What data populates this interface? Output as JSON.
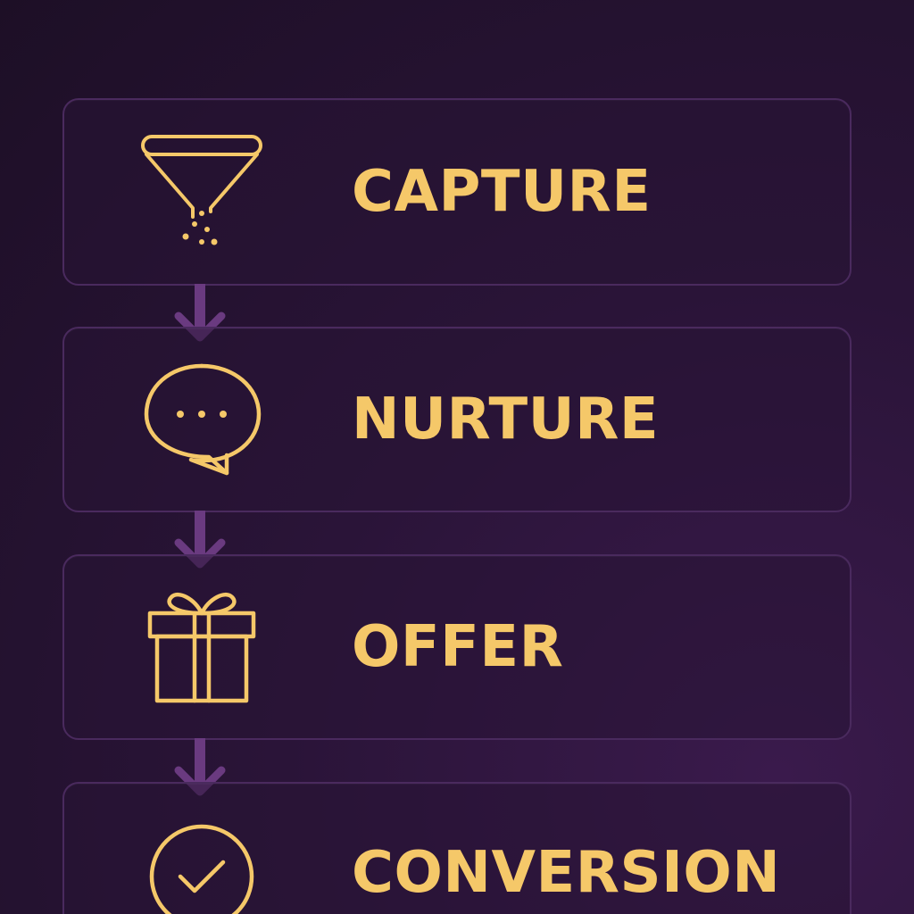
{
  "steps": [
    {
      "label": "CAPTURE",
      "icon": "funnel-icon"
    },
    {
      "label": "NURTURE",
      "icon": "speech-bubble-icon"
    },
    {
      "label": "OFFER",
      "icon": "gift-icon"
    },
    {
      "label": "CONVERSION",
      "icon": "check-circle-icon"
    }
  ],
  "colors": {
    "accent": "#f5c869",
    "card_border": "#4a2a5e",
    "connector": "#6a3a80"
  }
}
